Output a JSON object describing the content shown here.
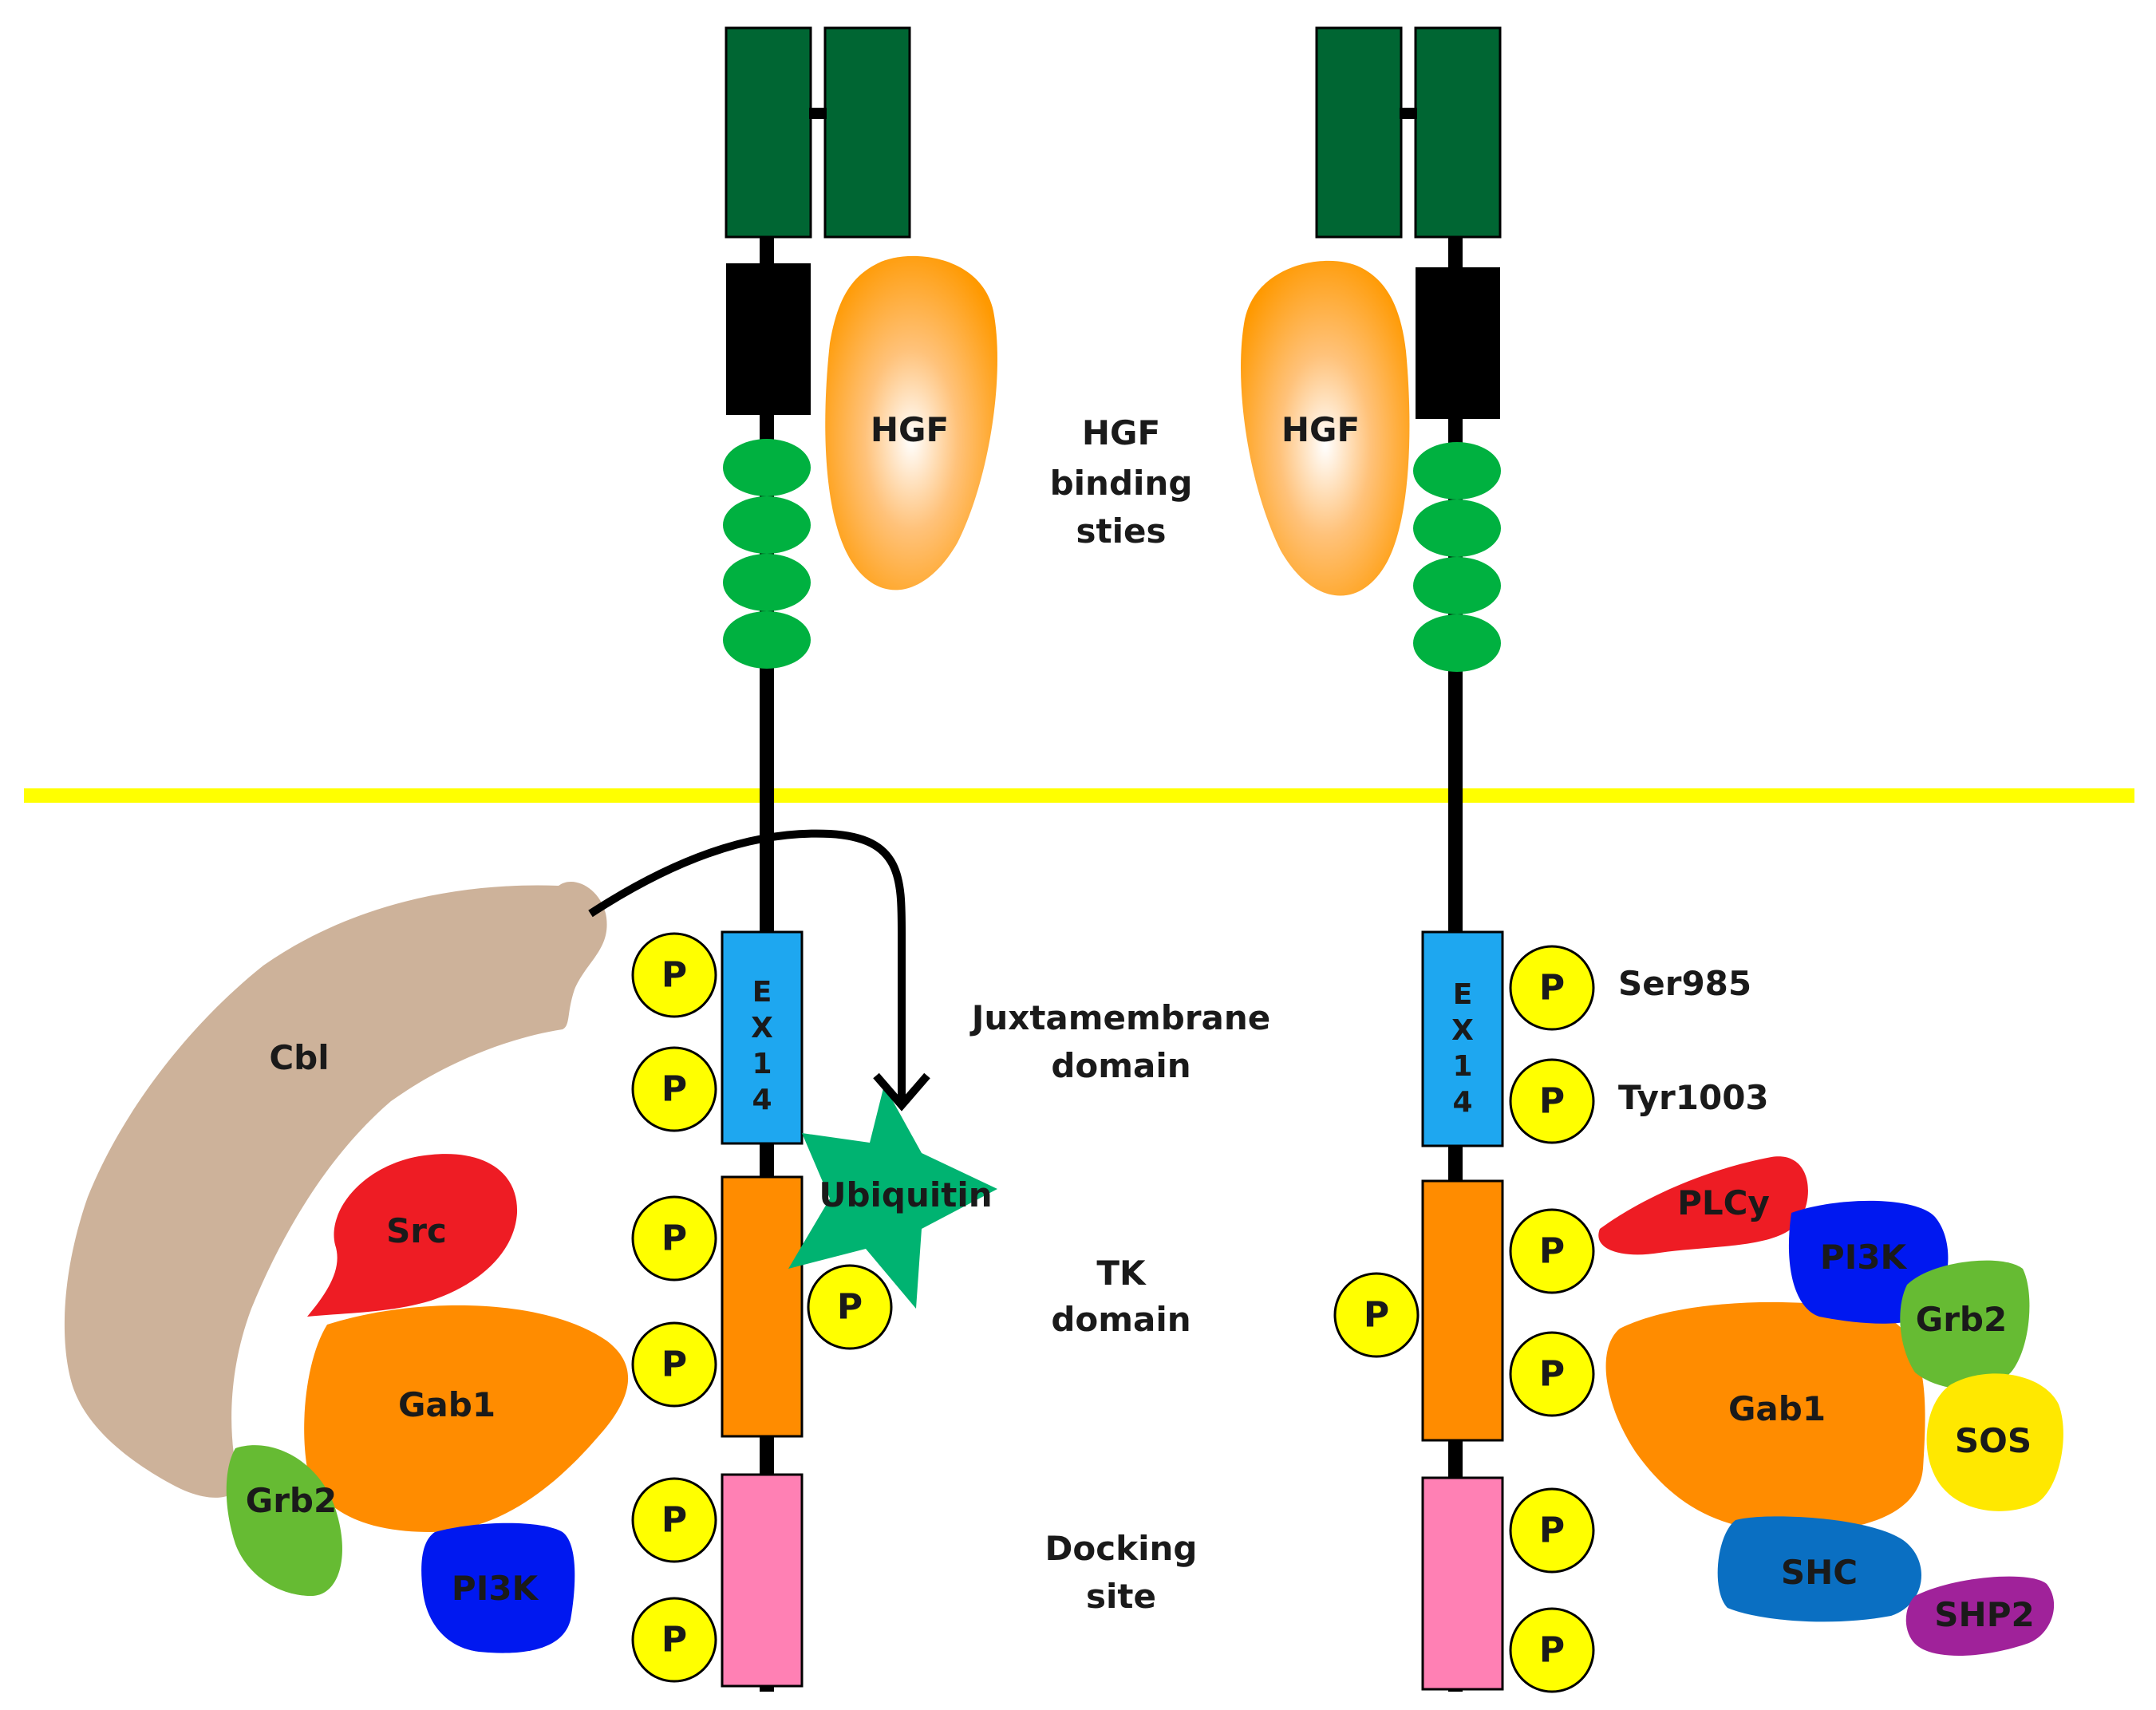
{
  "diagram": {
    "ligand_label": "HGF",
    "middle_labels": {
      "hgf_binding": [
        "HGF",
        "binding",
        "sties"
      ],
      "juxtamembrane": [
        "Juxtamembrane",
        "domain"
      ],
      "tk": [
        "TK",
        "domain"
      ],
      "docking": [
        "Docking",
        "site"
      ]
    },
    "exon_letters": [
      "E",
      "X",
      "1",
      "4"
    ],
    "phospho_label": "P",
    "left_receptor": {
      "ubiquitin": "Ubiquitin",
      "cbl": "Cbl",
      "src": "Src",
      "gab1": "Gab1",
      "grb2": "Grb2",
      "pi3k": "PI3K"
    },
    "right_receptor": {
      "ser985": "Ser985",
      "tyr1003": "Tyr1003",
      "plcy": "PLCy",
      "pi3k": "PI3K",
      "grb2": "Grb2",
      "gab1": "Gab1",
      "sos": "SOS",
      "shc": "SHC",
      "shp2": "SHP2"
    },
    "colors": {
      "sema_domain": "#006633",
      "psi_domain": "#000000",
      "ipt_domain": "#00b140",
      "hgf": "#ff9900",
      "membrane": "#ffff00",
      "ex14": "#1ea7f0",
      "tk_domain": "#ff8c00",
      "docking": "#ff80b4",
      "phospho": "#ffff00",
      "ubiquitin": "#00b371",
      "cbl": "#cdb29a",
      "src": "#ee1c24",
      "plcy": "#ee1c24",
      "gab1": "#ff8c00",
      "grb2": "#66bb33",
      "pi3k": "#0018f0",
      "sos": "#ffe800",
      "shc": "#0a6fc2",
      "shp2": "#a0229a"
    }
  }
}
